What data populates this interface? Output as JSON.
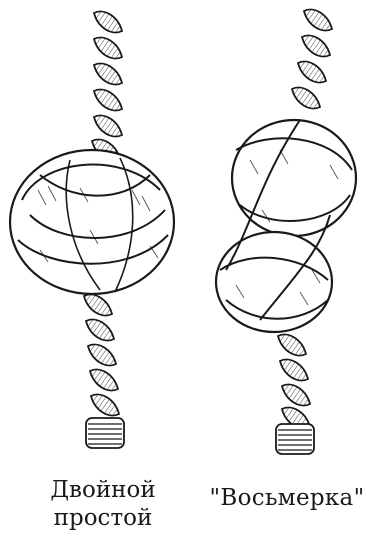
{
  "figure": {
    "knots": [
      {
        "id": "double-overhand",
        "caption_lines": [
          "Двойной",
          "простой"
        ]
      },
      {
        "id": "figure-eight",
        "caption_lines": [
          "\"Восьмерка\""
        ]
      }
    ]
  },
  "style": {
    "ink": "#1a1a1a",
    "paper": "#ffffff"
  }
}
